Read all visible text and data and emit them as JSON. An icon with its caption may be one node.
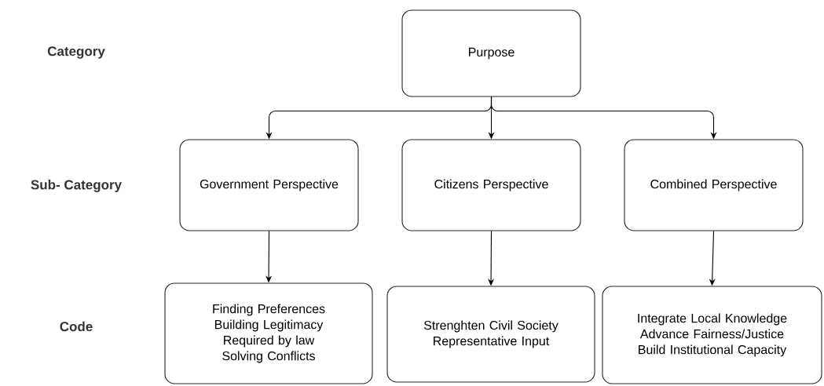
{
  "diagram": {
    "nodes": [
      {
        "text": [
          "Purpose"
        ]
      },
      {
        "text": [
          "Government Perspective"
        ]
      },
      {
        "text": [
          "Citizens Perspective"
        ]
      },
      {
        "text": [
          "Combined Perspective"
        ]
      },
      {
        "text": [
          "Finding Preferences",
          "Building Legitimacy",
          "Required by law",
          "Solving Conflicts"
        ]
      },
      {
        "text": [
          "Strenghten Civil Society",
          "Representative Input"
        ]
      },
      {
        "text": [
          "Integrate Local Knowledge",
          "Advance Fairness/Justice",
          "Build Institutional Capacity"
        ]
      }
    ],
    "edges": [
      {
        "from": 0,
        "to": 1,
        "arrow": "to"
      },
      {
        "from": 0,
        "to": 2,
        "arrow": "to"
      },
      {
        "from": 0,
        "to": 3,
        "arrow": "to"
      },
      {
        "from": 1,
        "to": 4,
        "arrow": "to"
      },
      {
        "from": 2,
        "to": 5,
        "arrow": "to"
      },
      {
        "from": 3,
        "to": 6,
        "arrow": "to"
      }
    ],
    "labels": [
      "Category",
      "Sub- Category",
      "Code"
    ]
  }
}
